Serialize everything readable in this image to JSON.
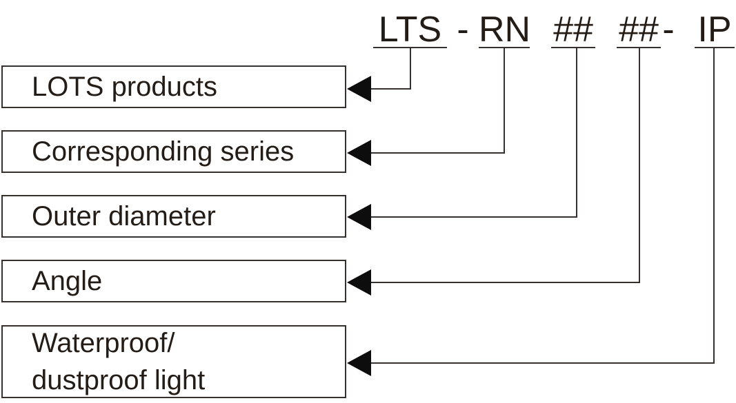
{
  "code": {
    "lts": "LTS",
    "sep1": "-",
    "series": "RN",
    "diameter": "##",
    "angle": "##",
    "sep2": "-",
    "ip": "IP"
  },
  "boxes": {
    "lots_products": "LOTS products",
    "corresponding_series": "Corresponding series",
    "outer_diameter": "Outer diameter",
    "angle": "Angle",
    "waterproof_line1": "Waterproof/",
    "waterproof_line2": "dustproof light"
  },
  "colors": {
    "text": "#241c17",
    "line": "#35302d",
    "arrow": "#0d0d0d",
    "background": "#ffffff"
  }
}
